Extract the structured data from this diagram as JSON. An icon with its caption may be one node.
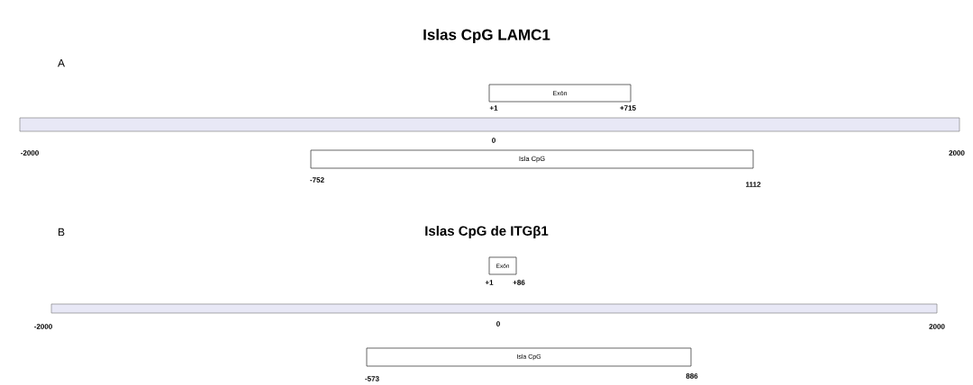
{
  "diagram": {
    "title": "Islas CpG LAMC1",
    "nodes": [
      {
        "text": [
          "Exón"
        ],
        "beside": [
          "+1",
          "+715"
        ]
      },
      {
        "text": [],
        "shape": "bar",
        "beside": [
          "0",
          "-2000",
          "2000"
        ]
      },
      {
        "text": [
          "Isla CpG"
        ],
        "beside": [
          "-752",
          "1112"
        ]
      },
      {
        "text": [
          "Exón"
        ],
        "beside": [
          "+1",
          "+86"
        ]
      },
      {
        "text": [],
        "shape": "bar",
        "beside": [
          "-2000",
          "0",
          "2000"
        ]
      },
      {
        "text": [
          "Isla CpG"
        ],
        "beside": [
          "-573",
          "886"
        ]
      }
    ],
    "labels": [
      "A",
      "B",
      "Islas CpG de ITGβ1"
    ]
  }
}
